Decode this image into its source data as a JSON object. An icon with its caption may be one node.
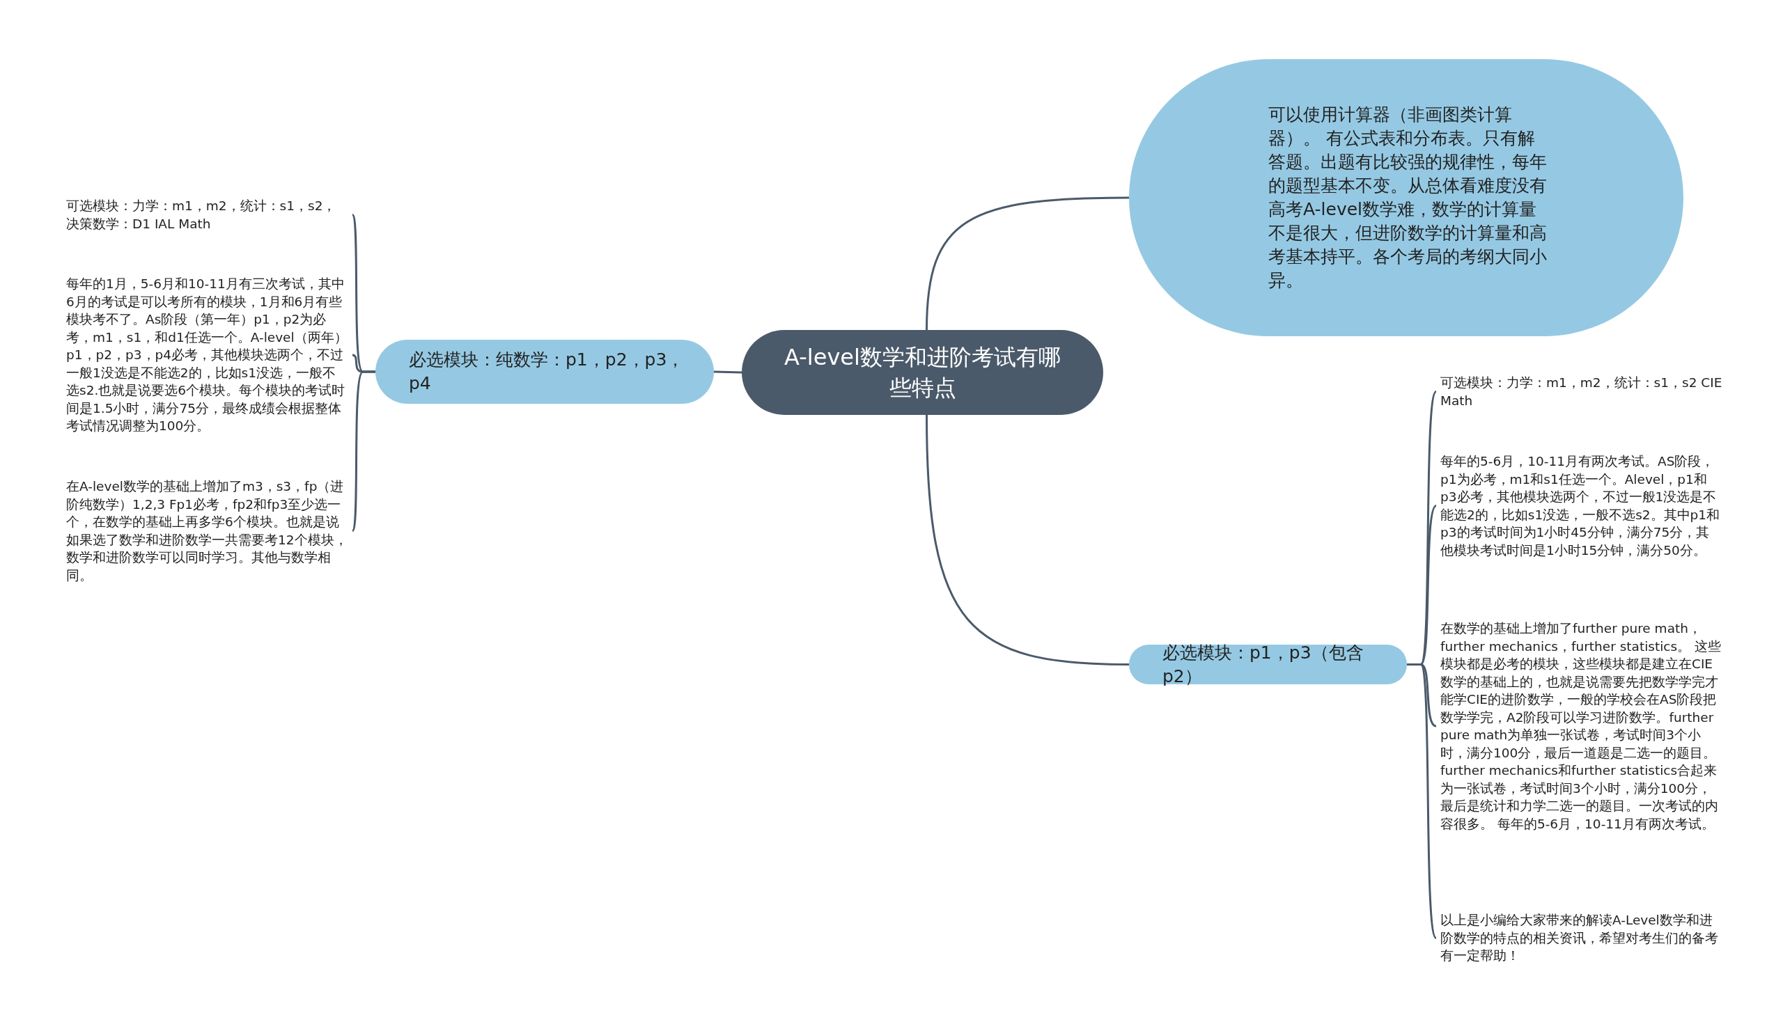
{
  "diagram": {
    "nodes": [
      {
        "text": [
          "A-level数学和进阶考试有哪些特点"
        ]
      },
      {
        "text": [
          "可以使用计算器（非画图类计算器）。 有公式表和分布表。只有解答题。出题有比较强的规律性，每年的题型基本不变。从总体看难度没有高考A-level数学难，数学的计算量不是很大，但进阶数学的计算量和高考基本持平。各个考局的考纲大同小异。"
        ]
      },
      {
        "text": [
          "必选模块：纯数学：p1，p2，p3，p4"
        ]
      },
      {
        "text": [
          "必选模块：p1，p3（包含p2）"
        ]
      },
      {
        "text": [
          "可选模块：力学：m1，m2，统计：s1，s2，决策数学：D1 IAL Math"
        ]
      },
      {
        "text": [
          "每年的1月，5-6月和10-11月有三次考试，其中6月的考试是可以考所有的模块，1月和6月有些模块考不了。As阶段（第一年）p1，p2为必考，m1，s1，和d1任选一个。A-level（两年）p1，p2，p3，p4必考，其他模块选两个，不过一般1没选是不能选2的，比如s1没选，一般不选s2.也就是说要选6个模块。每个模块的考试时间是1.5小时，满分75分，最终成绩会根据整体考试情况调整为100分。"
        ]
      },
      {
        "text": [
          "在A-level数学的基础上增加了m3，s3，fp（进阶纯数学）1,2,3 Fp1必考，fp2和fp3至少选一个，在数学的基础上再多学6个模块。也就是说如果选了数学和进阶数学一共需要考12个模块，数学和进阶数学可以同时学习。其他与数学相同。"
        ]
      },
      {
        "text": [
          "可选模块：力学：m1，m2，统计：s1，s2 CIE Math"
        ]
      },
      {
        "text": [
          "每年的5-6月，10-11月有两次考试。AS阶段，p1为必考，m1和s1任选一个。Alevel，p1和p3必考，其他模块选两个，不过一般1没选是不能选2的，比如s1没选，一般不选s2。其中p1和p3的考试时间为1小时45分钟，满分75分，其他模块考试时间是1小时15分钟，满分50分。"
        ]
      },
      {
        "text": [
          "在数学的基础上增加了further pure math，further mechanics，further statistics。 这些模块都是必考的模块，这些模块都是建立在CIE 数学的基础上的，也就是说需要先把数学学完才能学CIE的进阶数学，一般的学校会在AS阶段把数学学完，A2阶段可以学习进阶数学。further pure math为单独一张试卷，考试时间3个小时，满分100分，最后一道题是二选一的题目。 further mechanics和further statistics合起来为一张试卷，考试时间3个小时，满分100分，最后是统计和力学二选一的题目。一次考试的内容很多。 每年的5-6月，10-11月有两次考试。"
        ]
      },
      {
        "text": [
          "以上是小编给大家带来的解读A-Level数学和进阶数学的特点的相关资讯，希望对考生们的备考有一定帮助！"
        ]
      }
    ],
    "edges": [
      {
        "from": 0,
        "to": 1,
        "arrow": "none"
      },
      {
        "from": 0,
        "to": 2,
        "arrow": "none"
      },
      {
        "from": 0,
        "to": 3,
        "arrow": "none"
      },
      {
        "from": 2,
        "to": 4,
        "arrow": "none"
      },
      {
        "from": 2,
        "to": 5,
        "arrow": "none"
      },
      {
        "from": 2,
        "to": 6,
        "arrow": "none"
      },
      {
        "from": 3,
        "to": 7,
        "arrow": "none"
      },
      {
        "from": 3,
        "to": 8,
        "arrow": "none"
      },
      {
        "from": 3,
        "to": 9,
        "arrow": "none"
      },
      {
        "from": 3,
        "to": 10,
        "arrow": "none"
      }
    ]
  }
}
